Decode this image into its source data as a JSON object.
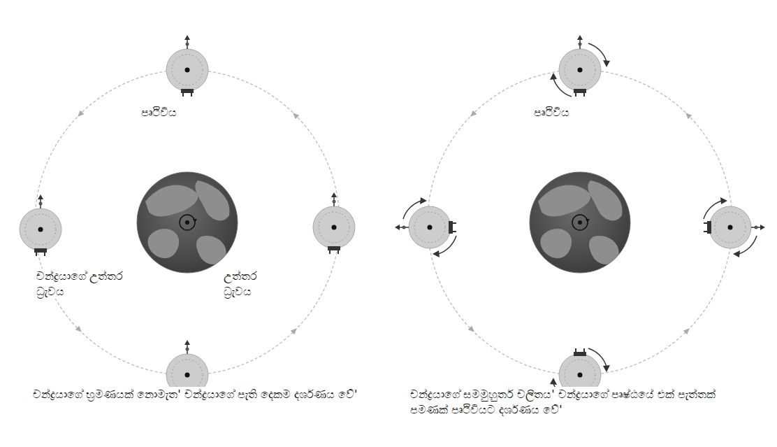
{
  "diagram": {
    "labels": [
      "පෘථිවිය",
      "පෘථිවිය",
      "චන්ද්‍රයාගේ උත්තර ධ්‍රැවය",
      "උත්තර ධ්‍රැවය",
      "චන්ද්‍රයාගේ භ්‍රමණයක් නොමැත' චන්ද්‍රයාගේ පැති දෙකම දර්ශණය වේ'",
      "චන්ද්‍රයාගේ සමමුහුර්ත චලිතය' චන්ද්‍රයාගේ පෘෂ්ඨයේ එක් පැත්තක් පමණක් පෘථිවියට දර්ශණය වේ'"
    ]
  }
}
